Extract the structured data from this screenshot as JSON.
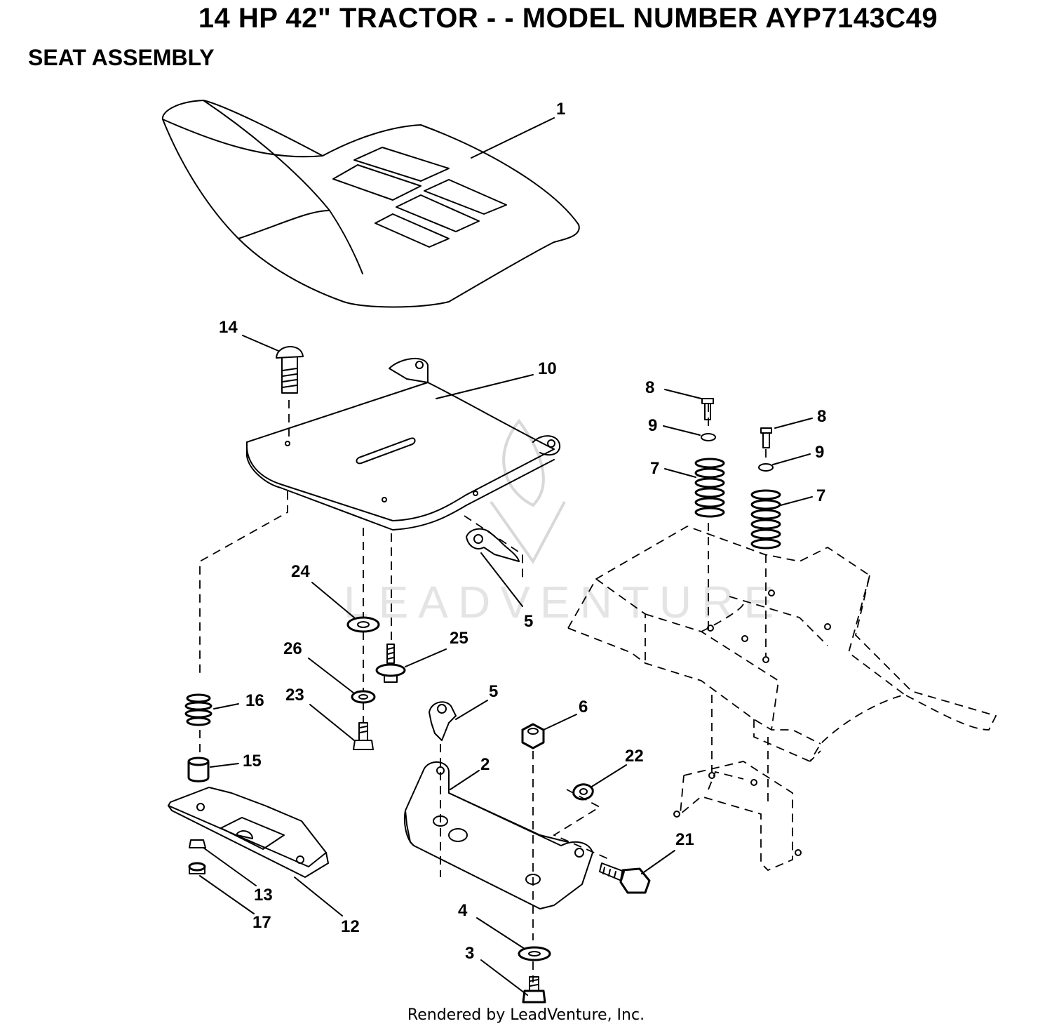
{
  "header": {
    "title": "14 HP 42\" TRACTOR - - MODEL NUMBER AYP7143C49",
    "section": "SEAT ASSEMBLY"
  },
  "watermark": {
    "text": "LEADVENTURE"
  },
  "footer": {
    "credit": "Rendered by LeadVenture, Inc."
  },
  "callouts": [
    {
      "id": "c1",
      "label": "1"
    },
    {
      "id": "c14",
      "label": "14"
    },
    {
      "id": "c10",
      "label": "10"
    },
    {
      "id": "c8a",
      "label": "8"
    },
    {
      "id": "c9a",
      "label": "9"
    },
    {
      "id": "c8b",
      "label": "8"
    },
    {
      "id": "c9b",
      "label": "9"
    },
    {
      "id": "c7a",
      "label": "7"
    },
    {
      "id": "c7b",
      "label": "7"
    },
    {
      "id": "c24",
      "label": "24"
    },
    {
      "id": "c5a",
      "label": "5"
    },
    {
      "id": "c26",
      "label": "26"
    },
    {
      "id": "c25",
      "label": "25"
    },
    {
      "id": "c16",
      "label": "16"
    },
    {
      "id": "c23",
      "label": "23"
    },
    {
      "id": "c5b",
      "label": "5"
    },
    {
      "id": "c6",
      "label": "6"
    },
    {
      "id": "c15",
      "label": "15"
    },
    {
      "id": "c22",
      "label": "22"
    },
    {
      "id": "c2",
      "label": "2"
    },
    {
      "id": "c21",
      "label": "21"
    },
    {
      "id": "c13",
      "label": "13"
    },
    {
      "id": "c17",
      "label": "17"
    },
    {
      "id": "c12",
      "label": "12"
    },
    {
      "id": "c4",
      "label": "4"
    },
    {
      "id": "c3",
      "label": "3"
    }
  ]
}
